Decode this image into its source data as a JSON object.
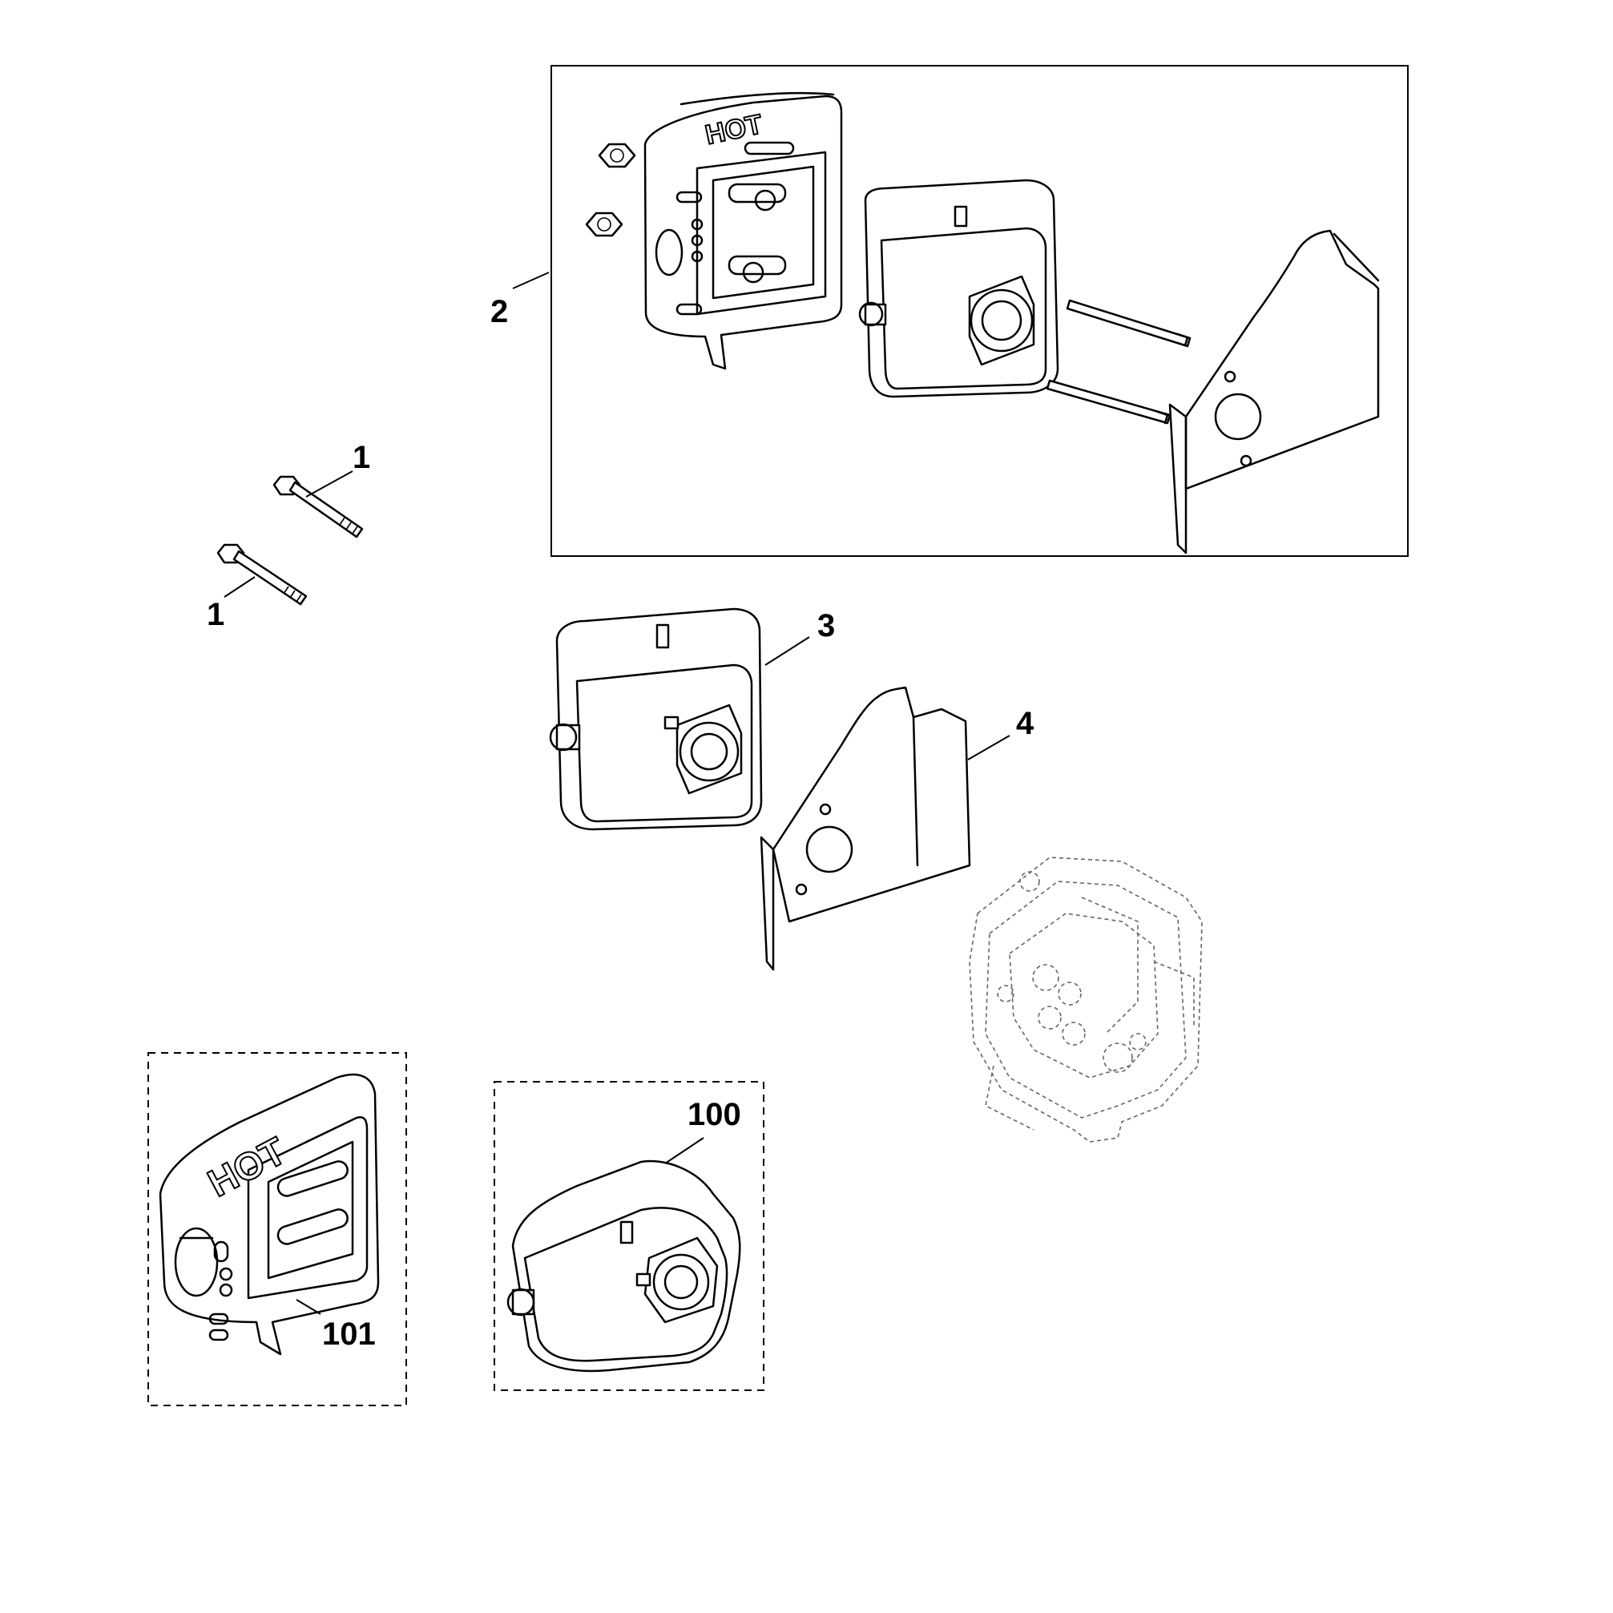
{
  "diagram": {
    "callouts": {
      "bolt_upper": "1",
      "bolt_lower": "1",
      "muffler_kit": "2",
      "muffler": "3",
      "gasket": "4",
      "muffler_alt": "100",
      "guard_alt": "101"
    },
    "guard_label_text": "HOT"
  }
}
